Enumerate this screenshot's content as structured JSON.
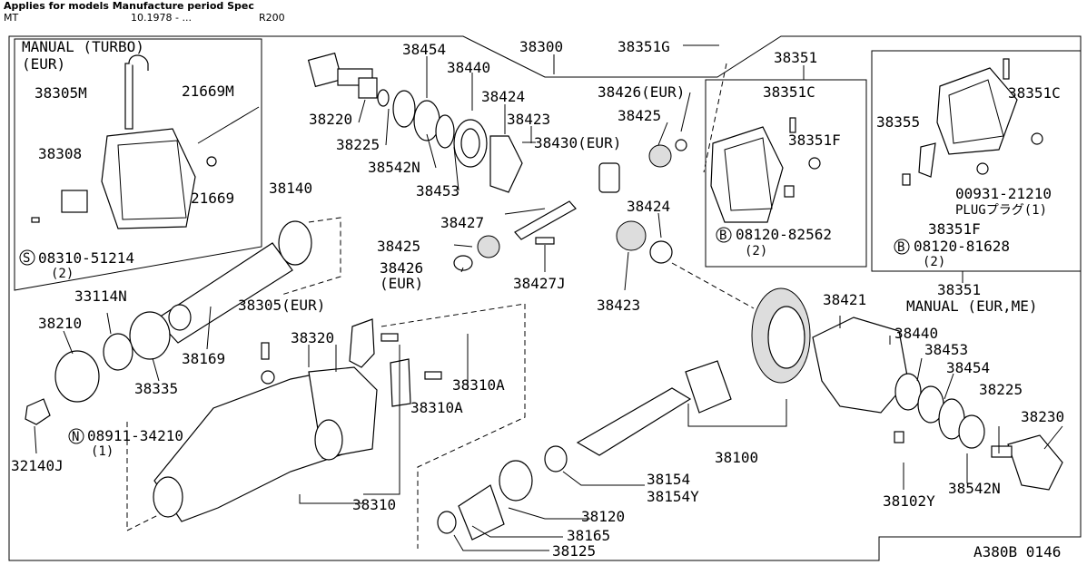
{
  "header": {
    "title": "Applies for models Manufacture period Spec",
    "model": "MT",
    "period": "10.1978 - ...",
    "spec": "R200"
  },
  "diagram_code": "A380B 0146",
  "labels": {
    "p38300": "38300",
    "p38351G": "38351G",
    "p38351": "38351",
    "p38454a": "38454",
    "p38440a": "38440",
    "p38424a": "38424",
    "p38423a": "38423",
    "p38430": "38430(EUR)",
    "p38220": "38220",
    "p38225a": "38225",
    "p38542Na": "38542N",
    "p38453a": "38453",
    "p38426a": "38426(EUR)",
    "p38425a": "38425",
    "p38351Ca": "38351C",
    "p38351Fa": "38351F",
    "p08120a": "08120-82562",
    "p08120a_q": "(2)",
    "p38427": "38427",
    "p38424b": "38424",
    "p38425b": "38425",
    "p38426b": "38426",
    "p38426b_eur": "(EUR)",
    "p38427J": "38427J",
    "p38423b": "38423",
    "turbo_title": "MANUAL (TURBO)",
    "turbo_eur": "(EUR)",
    "p38305M": "38305M",
    "p21669M": "21669M",
    "p38308": "38308",
    "p21669": "21669",
    "p08310": "08310-51214",
    "p08310_q": "(2)",
    "p38140": "38140",
    "p33114N": "33114N",
    "p38210": "38210",
    "p38305": "38305(EUR)",
    "p38320": "38320",
    "p38169": "38169",
    "p38335": "38335",
    "p08911": "08911-34210",
    "p08911_q": "(1)",
    "p32140J": "32140J",
    "p38310A1": "38310A",
    "p38310A2": "38310A",
    "p38310": "38310",
    "p38355": "38355",
    "p38351Cb": "38351C",
    "p00931": "00931-21210",
    "plug": "PLUGプラグ(1)",
    "p38351Fb": "38351F",
    "p08120b": "08120-81628",
    "p08120b_q": "(2)",
    "p38351b": "38351",
    "manual_eur_me": "MANUAL (EUR,ME)",
    "p38421": "38421",
    "p38440b": "38440",
    "p38453b": "38453",
    "p38454b": "38454",
    "p38225b": "38225",
    "p38230": "38230",
    "p38100": "38100",
    "p38154": "38154",
    "p38154Y": "38154Y",
    "p38120": "38120",
    "p38165": "38165",
    "p38125": "38125",
    "p38102Y": "38102Y",
    "p38542Nb": "38542N"
  },
  "markers": {
    "s": "S",
    "b": "B",
    "n": "N"
  }
}
